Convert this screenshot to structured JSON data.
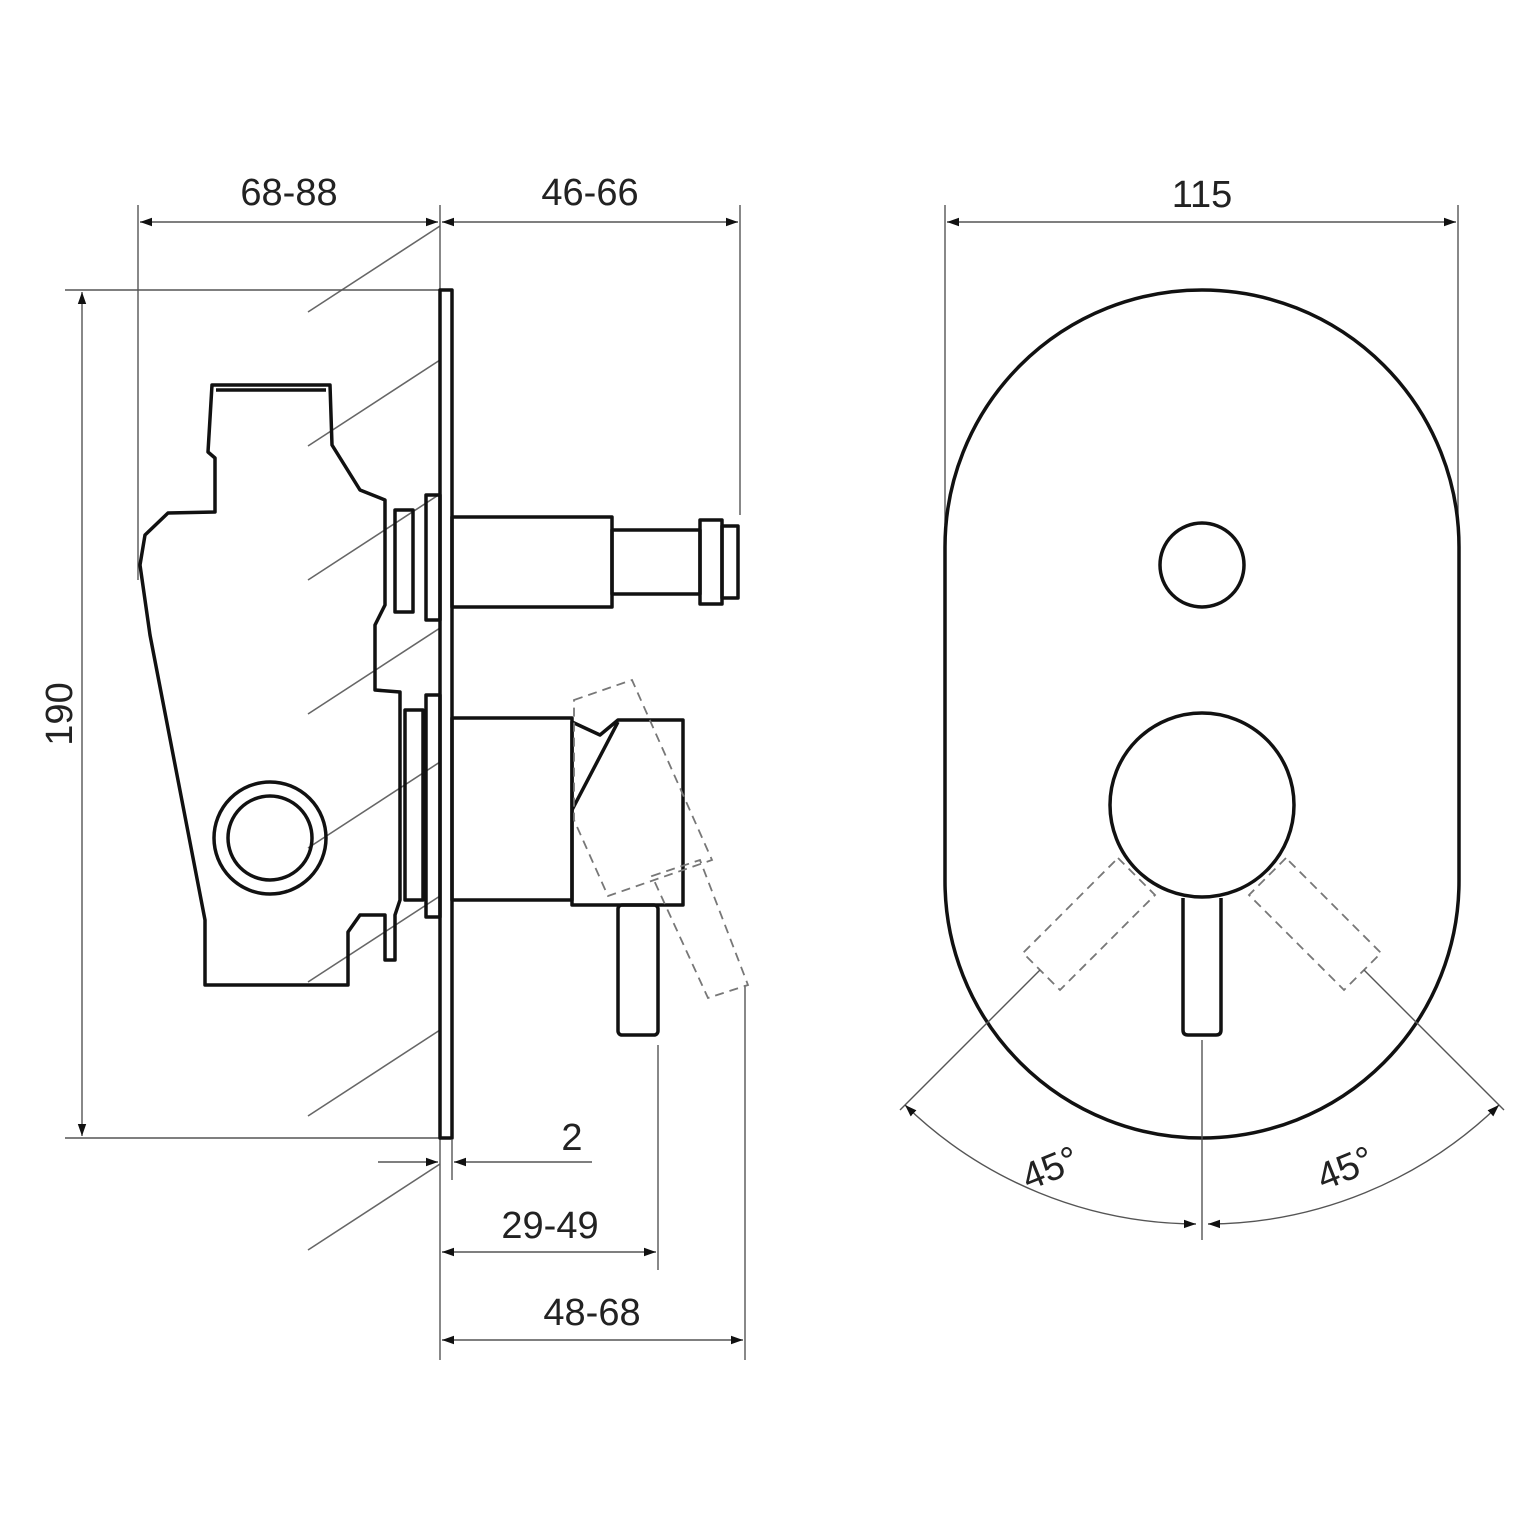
{
  "side_view": {
    "dims": {
      "body_depth": "68-88",
      "spindle_projection": "46-66",
      "total_height": "190",
      "plate_thickness": "2",
      "lever_projection": "29-49",
      "max_projection": "48-68"
    }
  },
  "front_view": {
    "dims": {
      "plate_width": "115",
      "angle_left": "45°",
      "angle_right": "45°"
    }
  }
}
